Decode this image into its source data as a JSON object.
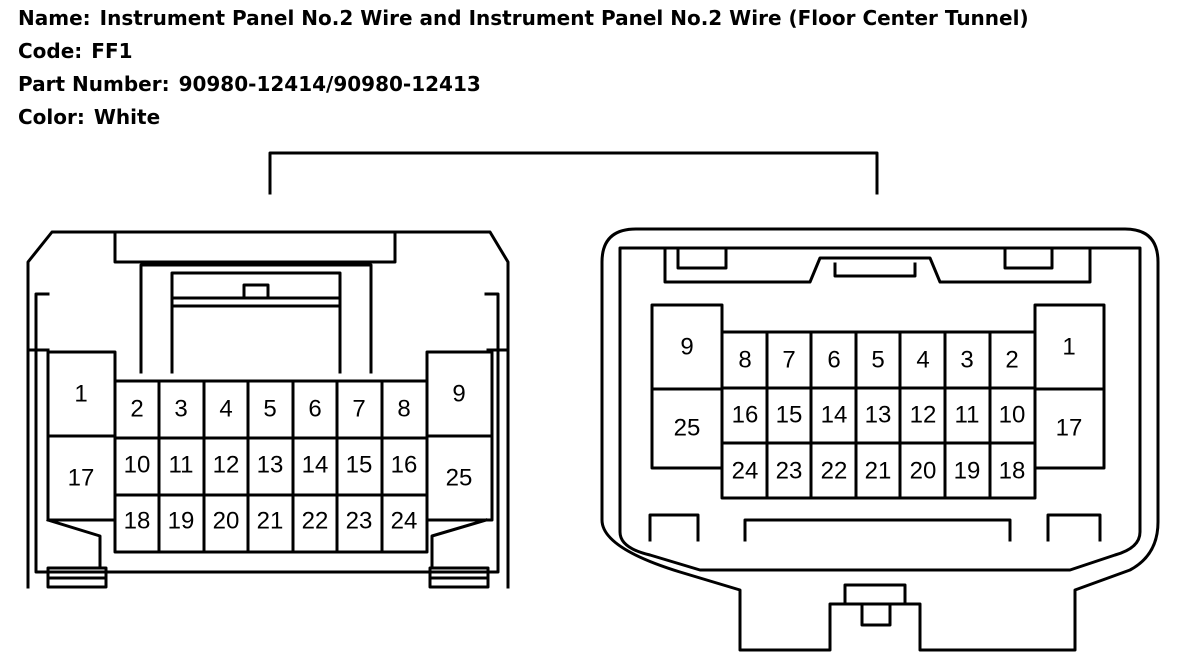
{
  "header": {
    "name_label": "Name:",
    "name_value": "Instrument Panel No.2 Wire and Instrument Panel No.2 Wire (Floor Center Tunnel)",
    "code_label": "Code:",
    "code_value": "FF1",
    "part_label": "Part Number:",
    "part_value": "90980-12414/90980-12413",
    "color_label": "Color:",
    "color_value": "White"
  },
  "left_connector": {
    "pin_1": "1",
    "pin_2": "2",
    "pin_3": "3",
    "pin_4": "4",
    "pin_5": "5",
    "pin_6": "6",
    "pin_7": "7",
    "pin_8": "8",
    "pin_9": "9",
    "pin_10": "10",
    "pin_11": "11",
    "pin_12": "12",
    "pin_13": "13",
    "pin_14": "14",
    "pin_15": "15",
    "pin_16": "16",
    "pin_17": "17",
    "pin_18": "18",
    "pin_19": "19",
    "pin_20": "20",
    "pin_21": "21",
    "pin_22": "22",
    "pin_23": "23",
    "pin_24": "24",
    "pin_25": "25"
  },
  "right_connector": {
    "pin_1": "1",
    "pin_2": "2",
    "pin_3": "3",
    "pin_4": "4",
    "pin_5": "5",
    "pin_6": "6",
    "pin_7": "7",
    "pin_8": "8",
    "pin_9": "9",
    "pin_10": "10",
    "pin_11": "11",
    "pin_12": "12",
    "pin_13": "13",
    "pin_14": "14",
    "pin_15": "15",
    "pin_16": "16",
    "pin_17": "17",
    "pin_18": "18",
    "pin_19": "19",
    "pin_20": "20",
    "pin_21": "21",
    "pin_22": "22",
    "pin_23": "23",
    "pin_24": "24",
    "pin_25": "25"
  }
}
